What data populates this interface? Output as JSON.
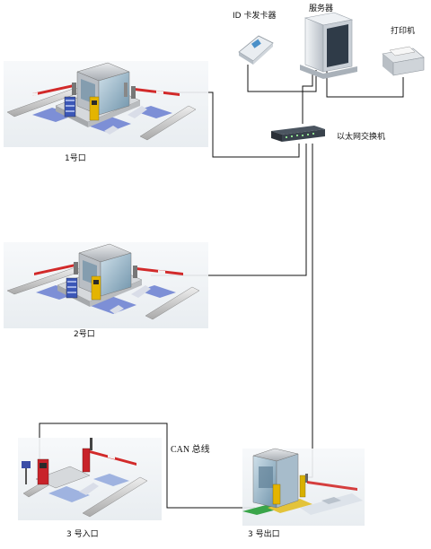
{
  "labels": {
    "id_card_issuer": "ID 卡发卡器",
    "server": "服务器",
    "printer": "打印机",
    "ethernet_switch": "以太网交换机",
    "gate1": "1号口",
    "gate2": "2号口",
    "gate3_entry": "3 号入口",
    "gate3_exit": "3 号出口",
    "can_bus": "CAN 总线"
  },
  "colors": {
    "line": "#111111",
    "booth_glass": "#8fb3c9",
    "booth_frame": "#b9bec4",
    "barrier_red": "#d22a2a",
    "pad_blue": "#7d8fd6",
    "curb_gray": "#c8c8c8",
    "ticket_machine_yellow": "#e4b400"
  }
}
